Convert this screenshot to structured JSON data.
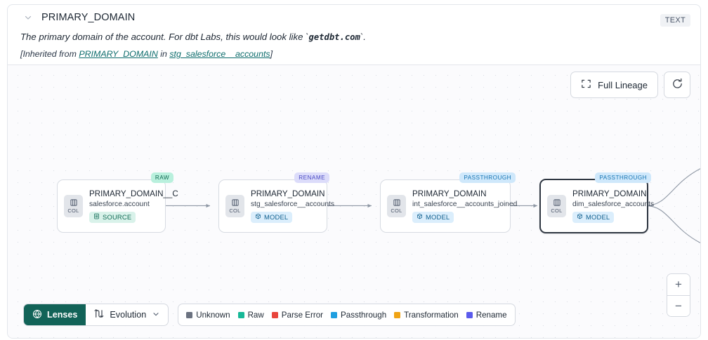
{
  "header": {
    "chevron_icon": "chevron-down-icon",
    "title": "PRIMARY_DOMAIN",
    "type_badge": "TEXT",
    "description_prefix": "The primary domain of the account. For dbt Labs, this would look like `",
    "description_code": "getdbt.com",
    "description_suffix": "`.",
    "inherited_prefix": "[Inherited from ",
    "inherited_link1": "PRIMARY_DOMAIN",
    "inherited_middle": " in ",
    "inherited_link2": "stg_salesforce__accounts",
    "inherited_suffix": "]"
  },
  "canvas": {
    "full_lineage_label": "Full Lineage",
    "full_lineage_icon": "expand-corners-icon",
    "refresh_icon": "refresh-icon",
    "zoom_in_label": "+",
    "zoom_out_label": "−"
  },
  "nodes": [
    {
      "tag": "RAW",
      "tag_kind": "raw",
      "col_label": "COL",
      "col_icon": "columns-icon",
      "name": "PRIMARY_DOMAIN__C",
      "sub": "salesforce.account",
      "kind_label": "SOURCE",
      "kind_class": "source",
      "kind_icon": "database-icon",
      "selected": false
    },
    {
      "tag": "RENAME",
      "tag_kind": "rename",
      "col_label": "COL",
      "col_icon": "columns-icon",
      "name": "PRIMARY_DOMAIN",
      "sub": "stg_salesforce__accounts",
      "kind_label": "MODEL",
      "kind_class": "model",
      "kind_icon": "cube-icon",
      "selected": false
    },
    {
      "tag": "PASSTHROUGH",
      "tag_kind": "passthrough",
      "col_label": "COL",
      "col_icon": "columns-icon",
      "name": "PRIMARY_DOMAIN",
      "sub": "int_salesforce__accounts_joined",
      "kind_label": "MODEL",
      "kind_class": "model",
      "kind_icon": "cube-icon",
      "selected": false
    },
    {
      "tag": "PASSTHROUGH",
      "tag_kind": "passthrough",
      "col_label": "COL",
      "col_icon": "columns-icon",
      "name": "PRIMARY_DOMAIN",
      "sub": "dim_salesforce_accounts",
      "kind_label": "MODEL",
      "kind_class": "model",
      "kind_icon": "cube-icon",
      "selected": true
    }
  ],
  "bottom_bar": {
    "lenses_label": "Lenses",
    "lenses_icon": "aperture-icon",
    "evolution_label": "Evolution",
    "evolution_icon": "evolution-icon",
    "evolution_chevron_icon": "chevron-down-icon",
    "legend": [
      {
        "label": "Unknown",
        "color": "#6b7280"
      },
      {
        "label": "Raw",
        "color": "#17b897"
      },
      {
        "label": "Parse Error",
        "color": "#e8453c"
      },
      {
        "label": "Passthrough",
        "color": "#1f9fe0"
      },
      {
        "label": "Transformation",
        "color": "#f0a415"
      },
      {
        "label": "Rename",
        "color": "#5b5bec"
      }
    ]
  }
}
